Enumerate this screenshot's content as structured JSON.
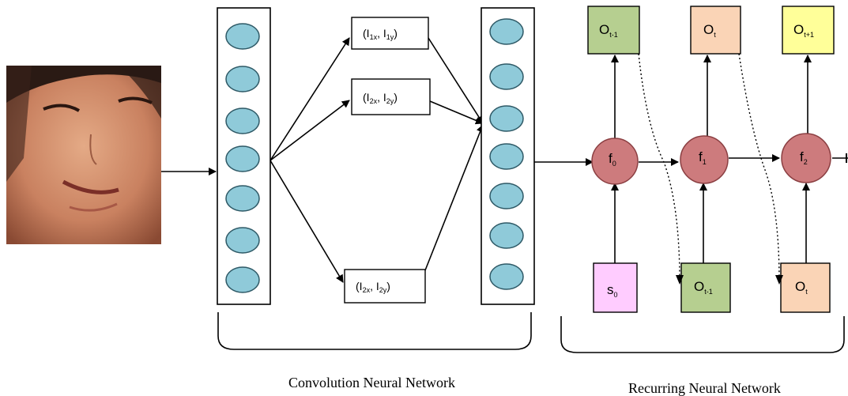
{
  "cnn": {
    "features": [
      {
        "base": "(I",
        "s1": "1x",
        "mid": ", I",
        "s2": "1y",
        "end": ")"
      },
      {
        "base": "(I",
        "s1": "2x",
        "mid": ", I",
        "s2": "2y",
        "end": ")"
      },
      {
        "base": "(I",
        "s1": "2x",
        "mid": ", I",
        "s2": "2y",
        "end": ")"
      }
    ],
    "caption": "Convolution Neural Network"
  },
  "rnn": {
    "cells": [
      {
        "base": "f",
        "sub": "0"
      },
      {
        "base": "f",
        "sub": "1"
      },
      {
        "base": "f",
        "sub": "2"
      }
    ],
    "outputs_top": [
      {
        "base": "O",
        "sub": "t-1",
        "color": "#b6cf90"
      },
      {
        "base": "O",
        "sub": "t",
        "color": "#fad4b6"
      },
      {
        "base": "O",
        "sub": "t+1",
        "color": "#ffff99"
      }
    ],
    "inputs_bottom": [
      {
        "base": "s",
        "sub": "0",
        "color": "#ffccff"
      },
      {
        "base": "O",
        "sub": "t-1",
        "color": "#b6cf90"
      },
      {
        "base": "O",
        "sub": "t",
        "color": "#fad4b6"
      }
    ],
    "caption": "Recurring Neural Network"
  },
  "colors": {
    "node_fill": "#8fcad9",
    "rnn_cell_fill": "#cd7b7d"
  }
}
